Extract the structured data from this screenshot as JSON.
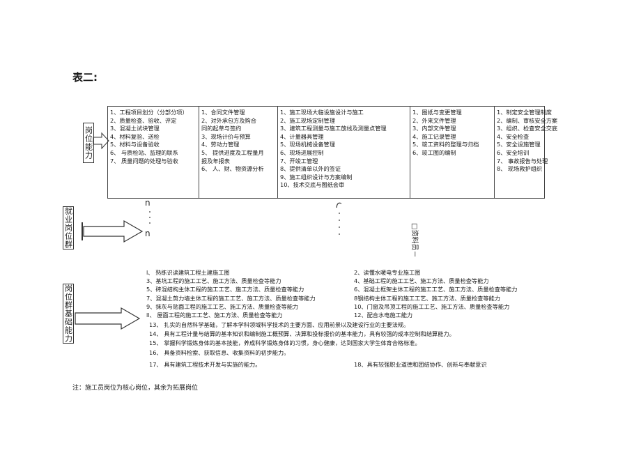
{
  "title": "表二:",
  "labels": {
    "post_ability": "岗位能力",
    "employment_group": "就业岗位群",
    "group_basic_ability": "岗位群基础能力"
  },
  "columns": [
    {
      "lines": [
        "1、工程项目划分（分部分项）",
        "2、质量检查、验收、评定",
        "3、混凝土试块管理",
        "4、材料复验、送检",
        "5、材料与设备验收",
        "6、  与质检站、监理的联系",
        "7、  质量问题的处理与验收"
      ]
    },
    {
      "lines": [
        "1、合同文件管理",
        "2、对外承包方及购合",
        "同的起草与签约",
        "3、现场计价与预算",
        "4、劳动力管理",
        "5、  提供进度及工程量月",
        "报及年报表",
        "6、  人、财、物资源分析"
      ]
    },
    {
      "lines": [
        "1、施工现场大临设施设计与施工",
        "2、施工现场定制管理",
        "3、建筑工程测量与施工放线及测量点管理",
        "4、计量器具管理",
        "5、现场机械设备管理",
        "6、现场进展控制",
        "7、开竣工管理",
        "8、提供清单以外的签证",
        "9、施工组织设计与方案编制",
        "10、技术交底与图纸会审"
      ]
    },
    {
      "lines": [
        "1、图纸与变更管理",
        "2、外来文件管理",
        "3、内部文件管理",
        "4、施工记录管理",
        "5、竣工资料的整理与归档",
        "6、竣工图的编制"
      ]
    },
    {
      "lines": [
        "1、制定安全管理制度",
        "2、编制、审核安全方案",
        "3、组织、检查安全交底",
        "4、安全检查",
        "5、安全设施管理",
        "6、安全培训",
        "7、  事故报告与处理",
        "8、  现场救护组织"
      ]
    }
  ],
  "employment_marks": {
    "m1": "n",
    "m2": "n",
    "m3": "□资料员－"
  },
  "basic_left": [
    "l、  熟练识读建筑工程土建施工图",
    "3、基坑工程的施工工艺、施工方法、质量检查等能力",
    "5、砖混结构主体工程的施工工艺、施工方法、质量检查等能力",
    "7、混凝土剪力墙主体工程的施工工艺、施工方法、质量检查等能力",
    "9、抹灰与贴面工程的施工工艺、施工方法、质量检查等能力",
    "ll、  屋面工程的施工工艺、施工方法、质量检查等能力"
  ],
  "basic_right": [
    "2、读懂水暖电专业施工图",
    "4、基础工程的施工工艺、施工方法、质量检查等能力",
    "6、混凝土框架主体工程的施工工艺、施工方法、质量检查等能力",
    "8钢结构主体工程的施工工艺、施工方法、质量检查等能力",
    "10、门窗及吊顶工程的施工工艺、施工方法、质量检查等能力",
    "12、配合水电施工能力"
  ],
  "basic_full": [
    "13、  扎实的自然科学基础，了解本学科领域科学技术的主要方面、应用前景以及建设行业的主要法规。",
    "14、  具有工程计量与结算的基本知识和编制施工概预算、决算和投标报价的基本能力，具有较强的成本控制和结算能力。",
    "15、  掌握科学锻炼身体的基本技能，养成科学锻炼身体的习惯，身心健康，达到国家大学生体育合格标准。",
    "16、  具备资料检索、获取信息、收集资料的初步能力。"
  ],
  "basic_last_left": "17、  具有建筑工程技术开发与实施的能力。",
  "basic_last_right": "18、具有较强职业道德和团结协作、创新与奉献意识",
  "note": "注：施工员岗位为核心岗位，其余为拓展岗位"
}
